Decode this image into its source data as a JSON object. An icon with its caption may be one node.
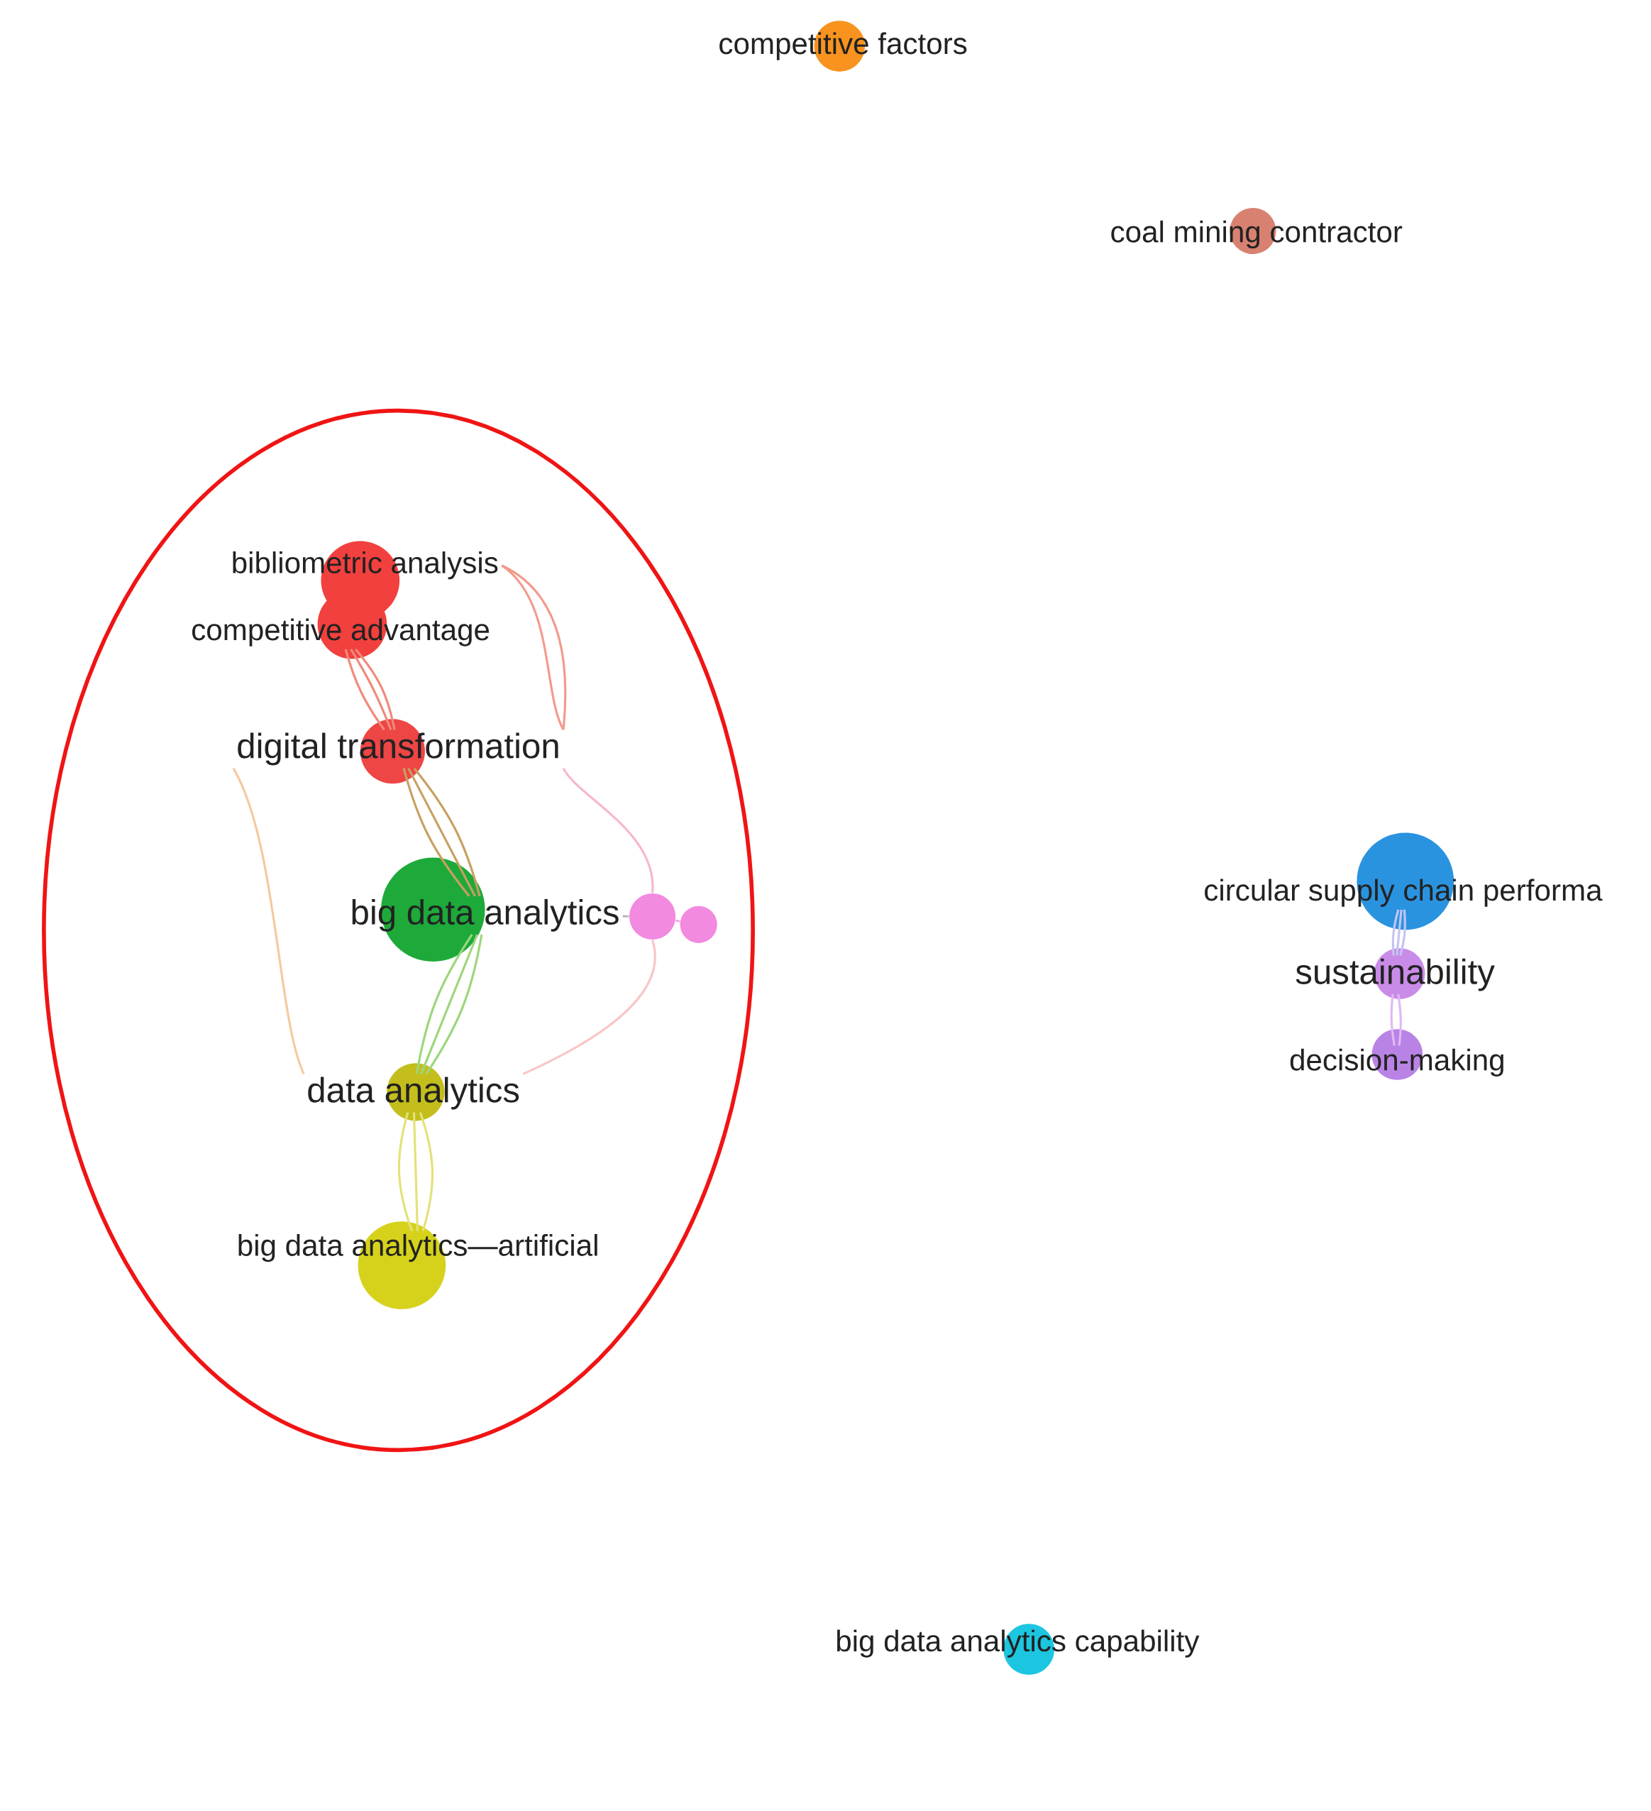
{
  "diagram": {
    "nodes": [
      {
        "text": [
          "competitive factors"
        ]
      },
      {
        "text": [
          "coal mining contractor"
        ]
      },
      {
        "text": [],
        "shape": "ellipse"
      },
      {
        "text": [
          "bibliometric analysis"
        ],
        "in": 2
      },
      {
        "text": [
          "competitive advantage"
        ],
        "in": 2
      },
      {
        "text": [
          "digital transformation"
        ],
        "in": 2
      },
      {
        "text": [
          "big data analytics"
        ],
        "in": 2
      },
      {
        "text": [],
        "shape": "circle",
        "in": 2
      },
      {
        "text": [],
        "shape": "circle",
        "in": 2
      },
      {
        "text": [
          "data analytics"
        ],
        "in": 2
      },
      {
        "text": [
          "big data analytics—artificial"
        ],
        "in": 2
      },
      {
        "text": [
          "circular supply chain performa"
        ]
      },
      {
        "text": [
          "sustainability"
        ]
      },
      {
        "text": [
          "decision-making"
        ]
      },
      {
        "text": [
          "big data analytics capability"
        ]
      }
    ],
    "edges": [
      {
        "from": 3,
        "to": 5,
        "arrow": "none",
        "color": "#f39a8c"
      },
      {
        "from": 4,
        "to": 5,
        "arrow": "none",
        "color": "#f08a7a"
      },
      {
        "from": 5,
        "to": 6,
        "arrow": "none",
        "color": "#c8a060"
      },
      {
        "from": 5,
        "to": 9,
        "arrow": "none",
        "color": "#f5c9a0"
      },
      {
        "from": 5,
        "to": 7,
        "arrow": "none",
        "color": "#f7b8c8"
      },
      {
        "from": 6,
        "to": 9,
        "arrow": "none",
        "color": "#9cd67c"
      },
      {
        "from": 6,
        "to": 7,
        "arrow": "none",
        "color": "#b8b8b8"
      },
      {
        "from": 7,
        "to": 8,
        "arrow": "none",
        "color": "#f3a6e6"
      },
      {
        "from": 9,
        "to": 10,
        "arrow": "none",
        "color": "#e2e27a"
      },
      {
        "from": 9,
        "to": 7,
        "arrow": "none",
        "color": "#f8c6c6"
      },
      {
        "from": 11,
        "to": 12,
        "arrow": "none",
        "color": "#c4c4f4"
      },
      {
        "from": 12,
        "to": 13,
        "arrow": "none",
        "color": "#e2b8f4"
      }
    ]
  }
}
